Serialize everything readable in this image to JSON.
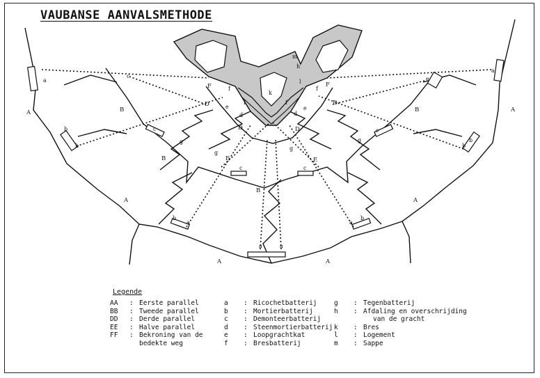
{
  "title": "VAUBANSE AANVALSMETHODE",
  "legend": {
    "title": "Legende",
    "col1": [
      {
        "key": "AA",
        "text": "Eerste parallel"
      },
      {
        "key": "BB",
        "text": "Tweede parallel"
      },
      {
        "key": "DD",
        "text": "Derde parallel"
      },
      {
        "key": "EE",
        "text": "Halve parallel"
      },
      {
        "key": "FF",
        "text": "Bekroning van de"
      },
      {
        "key": "",
        "text": "bedekte weg"
      }
    ],
    "col2": [
      {
        "key": "a",
        "text": "Ricochetbatterij"
      },
      {
        "key": "b",
        "text": "Mortierbatterij"
      },
      {
        "key": "c",
        "text": "Demonteerbatterij"
      },
      {
        "key": "d",
        "text": "Steenmortierbatterij"
      },
      {
        "key": "e",
        "text": "Loopgrachtkat"
      },
      {
        "key": "f",
        "text": "Bresbatterij"
      }
    ],
    "col3": [
      {
        "key": "g",
        "text": "Tegenbatterij"
      },
      {
        "key": "h",
        "text": "Afdaling en overschrijding"
      },
      {
        "key": "",
        "text": "van de gracht"
      },
      {
        "key": "k",
        "text": "Bres"
      },
      {
        "key": "l",
        "text": "Logement"
      },
      {
        "key": "m",
        "text": "Sappe"
      }
    ]
  },
  "map_labels": {
    "A": "A",
    "B": "B",
    "D": "D",
    "E": "E",
    "F": "F",
    "a": "a",
    "b": "b",
    "c": "c",
    "d": "d",
    "e": "e",
    "f": "f",
    "g": "g",
    "h": "h",
    "k": "k",
    "l": "l",
    "m": "m"
  },
  "colors": {
    "ink": "#111111",
    "fortress_fill": "#c8c8c8",
    "paper": "#ffffff"
  }
}
